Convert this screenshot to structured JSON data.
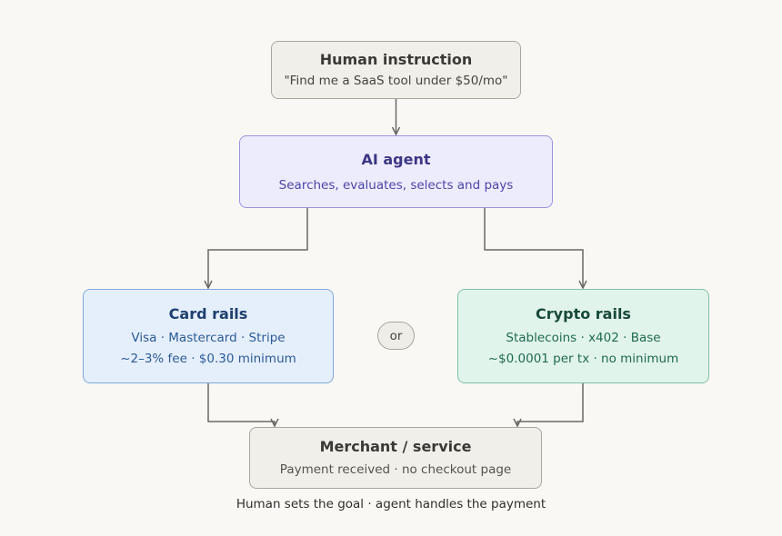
{
  "diagram": {
    "human": {
      "title": "Human instruction",
      "subtitle": "\"Find me a SaaS tool under $50/mo\""
    },
    "agent": {
      "title": "AI agent",
      "subtitle": "Searches, evaluates, selects and pays"
    },
    "card": {
      "title": "Card rails",
      "line1": "Visa · Mastercard · Stripe",
      "line2": "~2–3% fee · $0.30 minimum"
    },
    "crypto": {
      "title": "Crypto rails",
      "line1": "Stablecoins · x402 · Base",
      "line2": "~$0.0001 per tx · no minimum"
    },
    "or_label": "or",
    "merchant": {
      "title": "Merchant / service",
      "subtitle": "Payment received · no checkout page"
    },
    "caption": "Human sets the goal · agent handles the payment"
  },
  "colors": {
    "background": "#f9f8f5",
    "connector": "#6b6964",
    "agent_accent": "#4b45a6",
    "card_accent": "#2c5a96",
    "crypto_accent": "#1f6a51"
  }
}
